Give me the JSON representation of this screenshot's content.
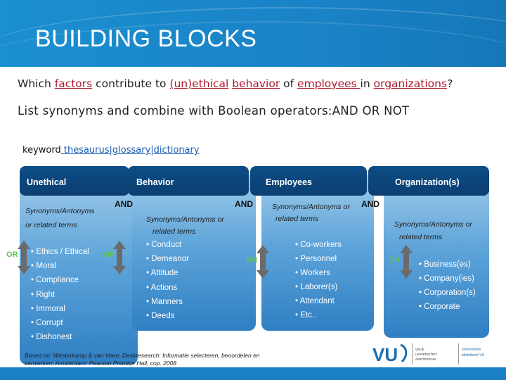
{
  "slide": {
    "title": "BUILDING BLOCKS",
    "question": {
      "p1": "Which ",
      "factors": "factors",
      "p2": " contribute to ",
      "unethical": "(un)ethical",
      "p3": " ",
      "behavior": "behavior",
      "p4": " of ",
      "employees": "employees ",
      "p5": "in ",
      "organizations": "organizations",
      "p6": "?"
    },
    "instruction": "List synonyms and combine with Boolean operators:AND OR NOT",
    "keyword": {
      "label": "keyword",
      "tools": " thesaurus|glossary|dictionary"
    }
  },
  "columns": [
    {
      "header": "Unethical",
      "synonyms_line1": "Synonyms/Antonyms",
      "synonyms_line2": "or related terms",
      "items": [
        "Ethics / Ethical",
        "Moral",
        "Compliance",
        "Right",
        "Immoral",
        "Corrupt",
        "Dishonest"
      ]
    },
    {
      "header": "Behavior",
      "synonyms_line1": "Synonyms/Antonyms or",
      "synonyms_line2": "related terms",
      "items": [
        "Conduct",
        "Demeanor",
        "Attitude",
        "Actions",
        "Manners",
        "Deeds"
      ]
    },
    {
      "header": "Employees",
      "synonyms_line1": "Synonyms/Antonyms or",
      "synonyms_line2": "related terms",
      "items": [
        "Co-workers",
        "Personnel",
        "Workers",
        "Laborer(s)",
        "Attendant",
        "Etc.."
      ]
    },
    {
      "header": "Organization(s)",
      "synonyms_line1": "Synonyms/Antonyms or",
      "synonyms_line2": "related terms",
      "items": [
        "Business(es)",
        "Company(ies)",
        "Corporation(s)",
        "Corporate"
      ]
    }
  ],
  "operators": {
    "and": "AND",
    "or": "OR"
  },
  "footer": {
    "citation": "Based on: Westerkamp & van Veen; Deskresearch: Informatie selecteren, beoordelen en verwerken; Amsterdam: Pearson Prentice Hall, cop. 2008",
    "logo_text": "VU",
    "logo_sub1": "VRIJE UNIVERSITEIT AMSTERDAM",
    "logo_sub2": "Universiteitsbibliotheek VU"
  },
  "colors": {
    "header_blue": "#1a83c7",
    "column_dark": "#0b3f71",
    "underline_red": "#b0162c",
    "or_green": "#5cc84a"
  }
}
